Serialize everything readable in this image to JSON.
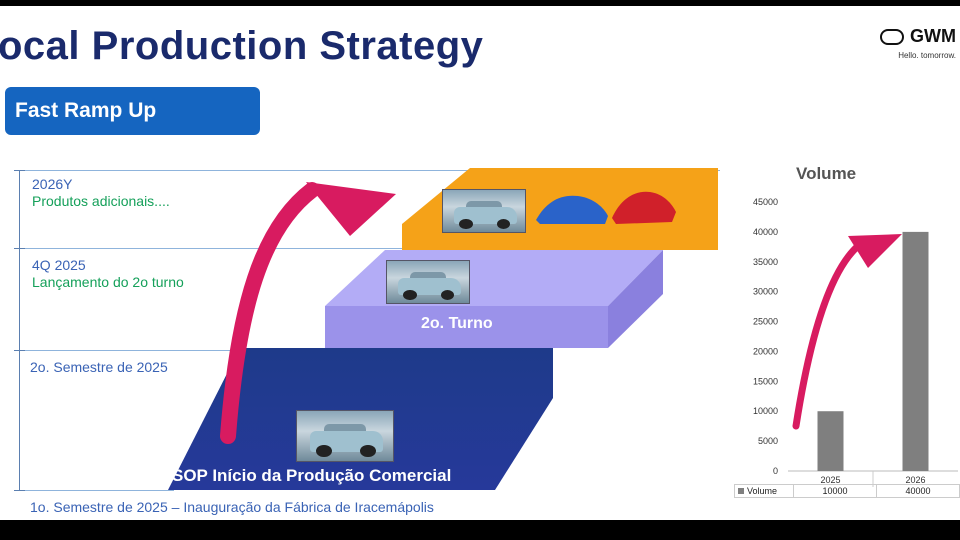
{
  "slide": {
    "title": "ocal Production Strategy",
    "brand": {
      "name": "GWM",
      "tagline": "Hello. tomorrow."
    },
    "ribbon_label": "Fast Ramp Up"
  },
  "timeline": [
    {
      "period": "2026Y",
      "desc": "Produtos adicionais...."
    },
    {
      "period": "4Q 2025",
      "desc": "Lançamento do 2o turno"
    },
    {
      "period": "2o. Semestre de 2025",
      "desc": ""
    },
    {
      "period": "1o. Semestre de 2025 – Inauguração da Fábrica de Iracemápolis",
      "desc": ""
    }
  ],
  "steps": {
    "bottom_label": "SOP Início da Produção Comercial",
    "middle_label": "2o. Turno",
    "top_label": ""
  },
  "colors": {
    "title": "#1a2a6c",
    "ribbon": "#1565c0",
    "step_bottom": "#1e3a8a",
    "step_middle": "#a59cf2",
    "step_top": "#f5a218",
    "arrow": "#d81b60",
    "bar": "#7f7f7f"
  },
  "icons": [
    "suv-photo",
    "car-silhouette-blue",
    "car-silhouette-red",
    "curved-arrow"
  ],
  "chart_data": {
    "type": "bar",
    "title": "Volume",
    "categories": [
      "2025",
      "2026"
    ],
    "series": [
      {
        "name": "Volume",
        "values": [
          10000,
          40000
        ]
      }
    ],
    "ylim": [
      0,
      45000
    ],
    "yticks": [
      0,
      5000,
      10000,
      15000,
      20000,
      25000,
      30000,
      35000,
      40000,
      45000
    ],
    "grid": false,
    "legend": "data-table-below",
    "table_values": [
      "10000",
      "40000"
    ]
  }
}
